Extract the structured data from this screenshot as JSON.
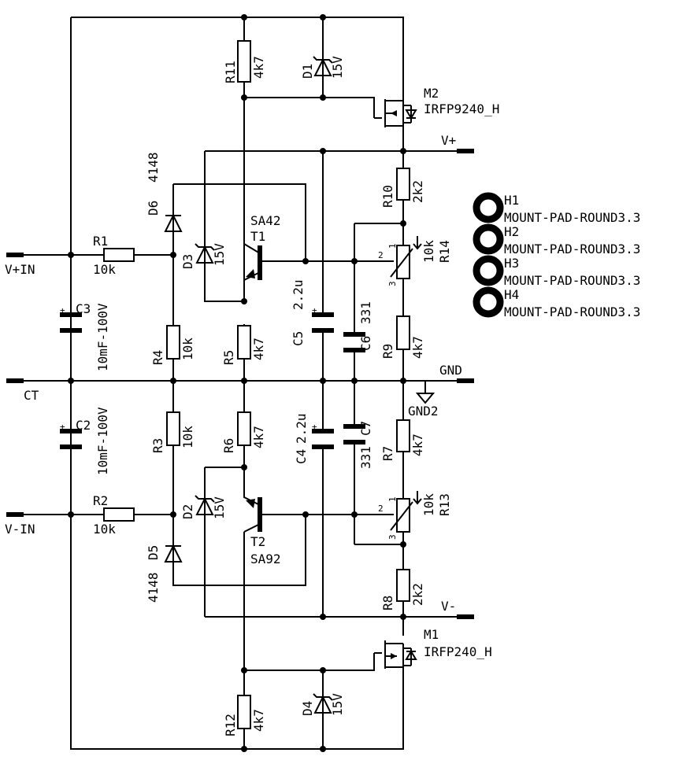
{
  "ports": {
    "vpin": "V+IN",
    "ct": "CT",
    "vmin": "V-IN",
    "vplus": "V+",
    "gnd": "GND",
    "vminus": "V-",
    "gnd2": "GND2"
  },
  "components": {
    "r11": {
      "ref": "R11",
      "value": "4k7"
    },
    "d1": {
      "ref": "D1",
      "value": "15V"
    },
    "m2": {
      "ref": "M2",
      "value": "IRFP9240_H"
    },
    "r10": {
      "ref": "R10",
      "value": "2k2"
    },
    "d6": {
      "ref": "D6",
      "value": "4148"
    },
    "t1": {
      "ref": "T1",
      "value": "SA42"
    },
    "r1": {
      "ref": "R1",
      "value": "10k"
    },
    "d3": {
      "ref": "D3",
      "value": "15V"
    },
    "r14": {
      "ref": "R14",
      "value": "10k"
    },
    "c3": {
      "ref": "C3",
      "value": "10mF-100V"
    },
    "c5": {
      "ref": "C5",
      "value": "2.2u"
    },
    "c6": {
      "ref": "C6",
      "value": "331"
    },
    "r4": {
      "ref": "R4",
      "value": "10k"
    },
    "r5": {
      "ref": "R5",
      "value": "4k7"
    },
    "r9": {
      "ref": "R9",
      "value": "4k7"
    },
    "c2": {
      "ref": "C2",
      "value": "10mF-100V"
    },
    "r3": {
      "ref": "R3",
      "value": "10k"
    },
    "r6": {
      "ref": "R6",
      "value": "4k7"
    },
    "c4": {
      "ref": "C4",
      "value": "2.2u"
    },
    "c7": {
      "ref": "C7",
      "value": "331"
    },
    "r7": {
      "ref": "R7",
      "value": "4k7"
    },
    "r2": {
      "ref": "R2",
      "value": "10k"
    },
    "d2": {
      "ref": "D2",
      "value": "15V"
    },
    "r13": {
      "ref": "R13",
      "value": "10k"
    },
    "d5": {
      "ref": "D5",
      "value": "4148"
    },
    "t2": {
      "ref": "T2",
      "value": "SA92"
    },
    "r8": {
      "ref": "R8",
      "value": "2k2"
    },
    "m1": {
      "ref": "M1",
      "value": "IRFP240_H"
    },
    "r12": {
      "ref": "R12",
      "value": "4k7"
    },
    "d4": {
      "ref": "D4",
      "value": "15V"
    }
  },
  "pins": {
    "one": "1",
    "two": "2",
    "three": "3",
    "plus": "+"
  },
  "mounts": [
    {
      "ref": "H1",
      "value": "MOUNT-PAD-ROUND3.3"
    },
    {
      "ref": "H2",
      "value": "MOUNT-PAD-ROUND3.3"
    },
    {
      "ref": "H3",
      "value": "MOUNT-PAD-ROUND3.3"
    },
    {
      "ref": "H4",
      "value": "MOUNT-PAD-ROUND3.3"
    }
  ]
}
